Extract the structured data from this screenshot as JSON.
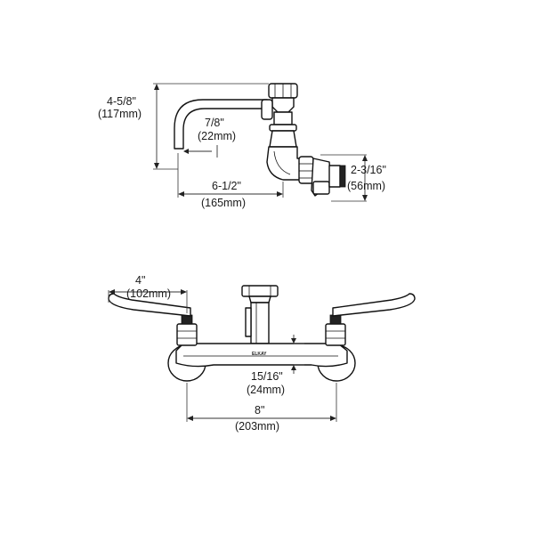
{
  "side_view": {
    "height_dim": {
      "imperial": "4-5/8\"",
      "metric": "(117mm)"
    },
    "spout_dia_dim": {
      "imperial": "7/8\"",
      "metric": "(22mm)"
    },
    "reach_dim": {
      "imperial": "6-1/2\"",
      "metric": "(165mm)"
    },
    "outlet_dim": {
      "imperial": "2-3/16\"",
      "metric": "(56mm)"
    }
  },
  "front_view": {
    "handle_dim": {
      "imperial": "4\"",
      "metric": "(102mm)"
    },
    "body_dim": {
      "imperial": "15/16\"",
      "metric": "(24mm)"
    },
    "centers_dim": {
      "imperial": "8\"",
      "metric": "(203mm)"
    },
    "logo_text": "ELKAY"
  }
}
